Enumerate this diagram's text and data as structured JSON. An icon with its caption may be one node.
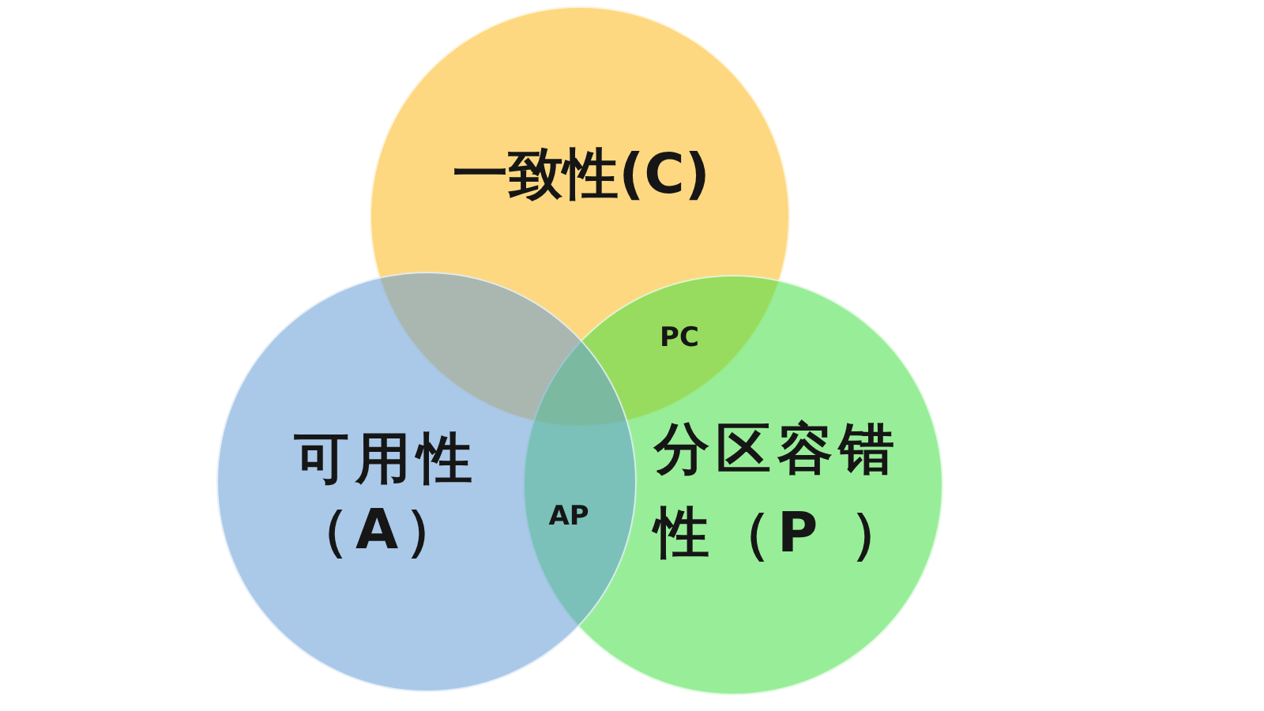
{
  "diagram": {
    "nodes": [
      {
        "text": [
          "一致性(C)"
        ]
      },
      {
        "text": [
          "可用性（A）"
        ]
      },
      {
        "text": [
          "分区容错性（P ）"
        ]
      }
    ],
    "labels": [
      "PC",
      "AP"
    ]
  }
}
